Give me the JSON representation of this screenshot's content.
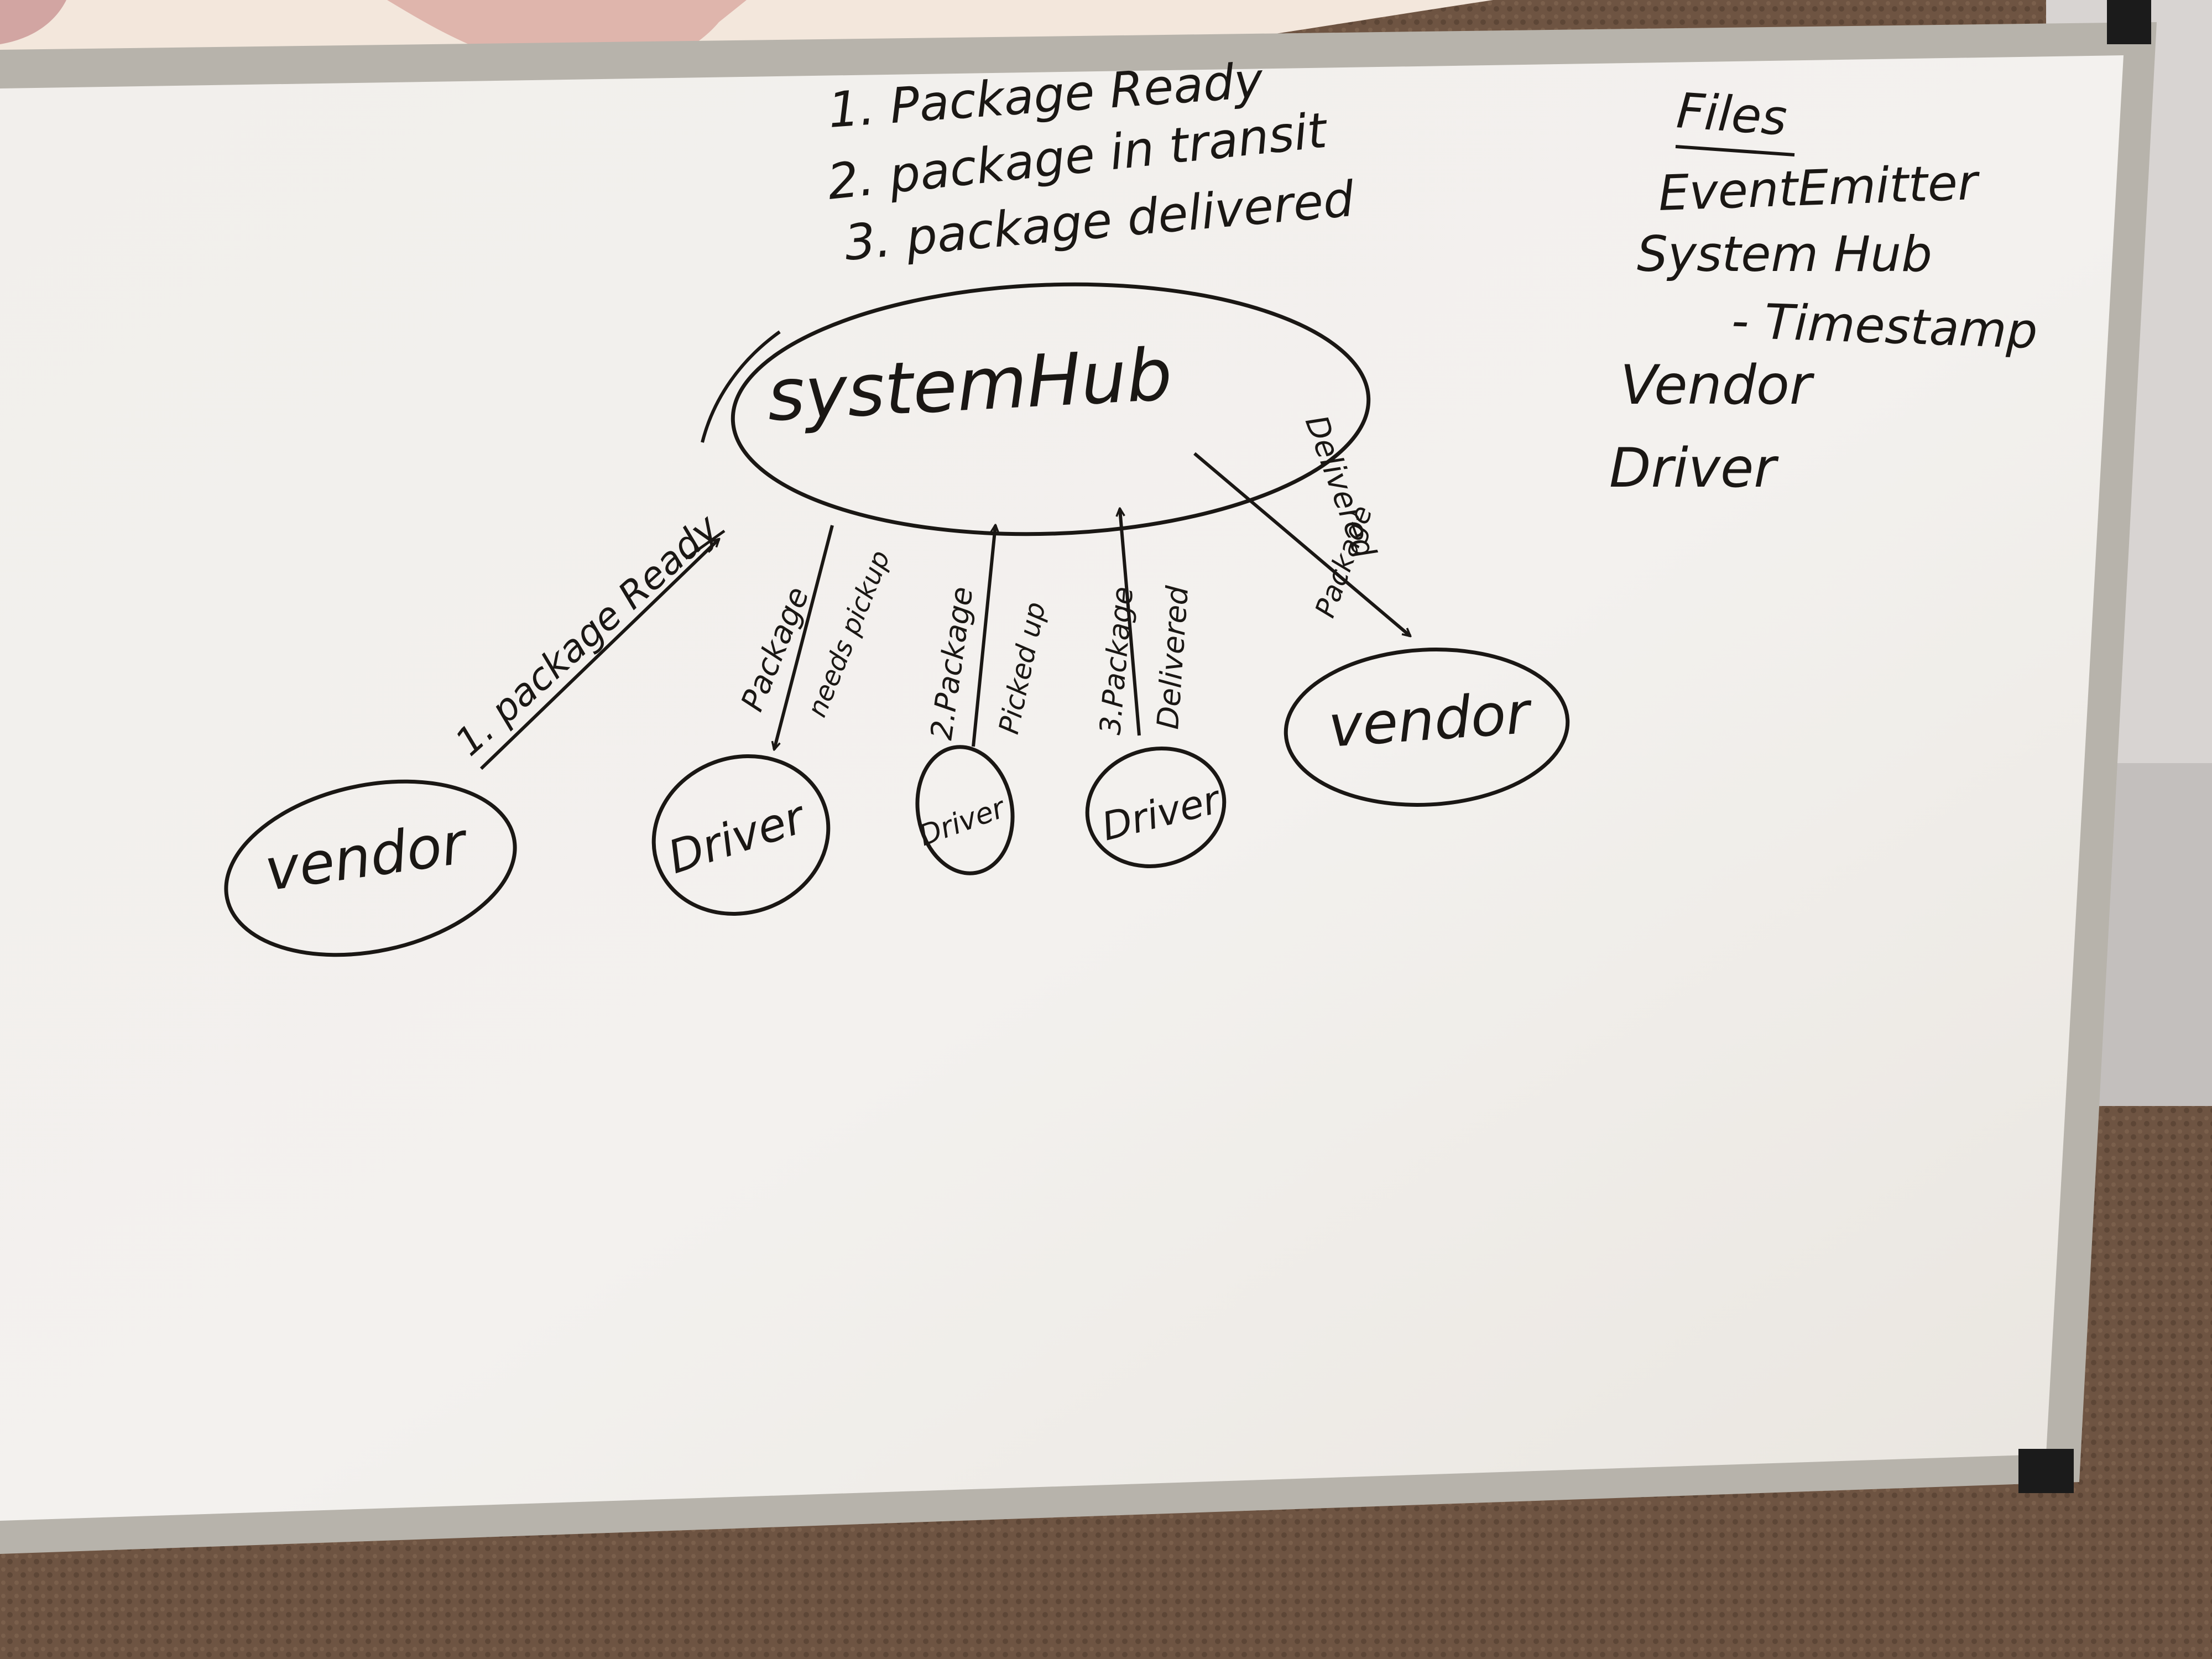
{
  "colors": {
    "ink": "#1a1714",
    "board": "#f1eeea",
    "frame": "#b7b3ab",
    "carpet": "#6b5240",
    "wall": "#cfcac8"
  },
  "statuses": {
    "items": [
      "1. Package Ready",
      "2. package in transit",
      "3. package delivered"
    ]
  },
  "files": {
    "title": "Files",
    "items": [
      "EventEmitter",
      "System Hub",
      "- Timestamp",
      "Vendor",
      "Driver"
    ]
  },
  "diagram": {
    "hub": "systemHub",
    "nodes": {
      "vendor_left": "vendor",
      "driver_1": "Driver",
      "driver_2": "Driver",
      "driver_3": "Driver",
      "vendor_right": "vendor"
    },
    "edges": {
      "package_ready": "1. package Ready",
      "needs_pickup_a": "Package",
      "needs_pickup_b": "needs pickup",
      "picked_up_a": "2.Package",
      "picked_up_b": "Picked up",
      "delivered_a": "3.Package",
      "delivered_b": "Delivered",
      "vendor_delivered_a": "Package",
      "vendor_delivered_b": "Delivered"
    }
  }
}
